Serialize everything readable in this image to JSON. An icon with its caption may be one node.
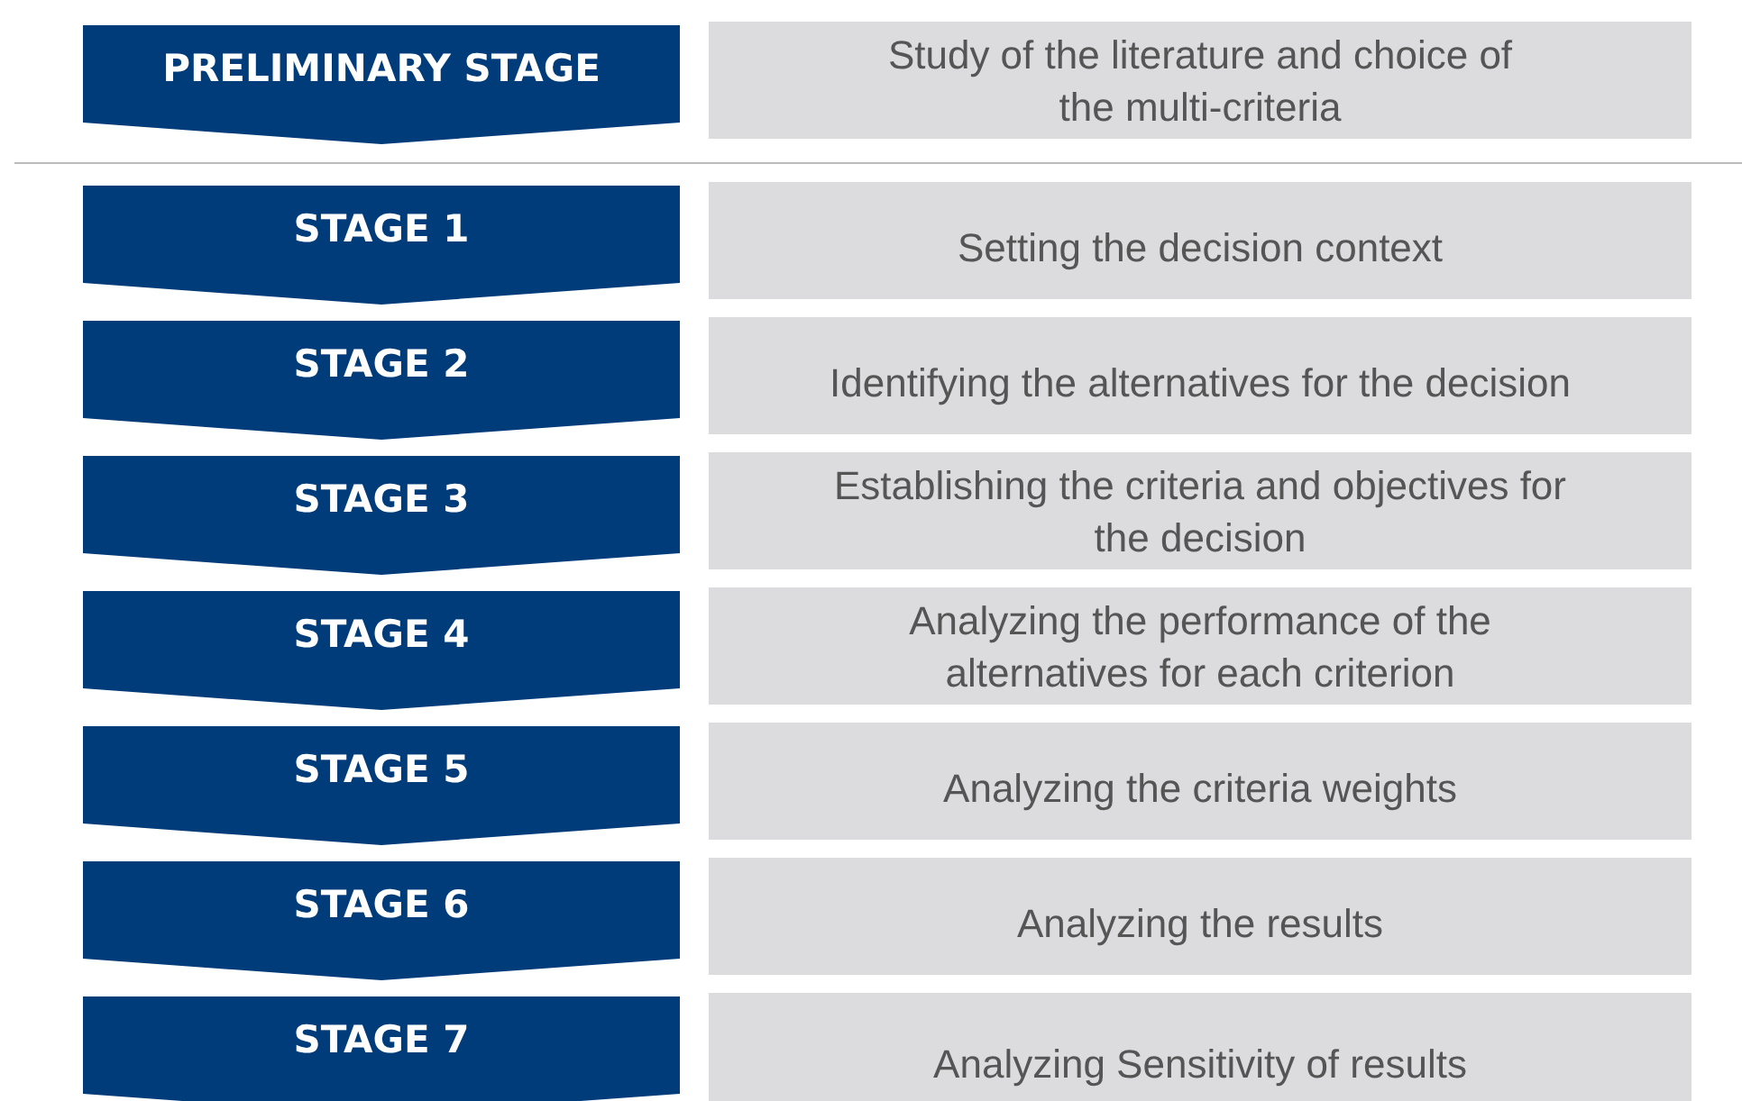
{
  "diagram": {
    "nodes": [
      {
        "text": [
          "PRELIMINARY STAGE"
        ]
      },
      {
        "text": [
          "Study of the literature and choice of the multi-criteria"
        ]
      },
      {
        "text": [
          "STAGE 1"
        ]
      },
      {
        "text": [
          "Setting the decision context"
        ]
      },
      {
        "text": [
          "STAGE 2"
        ]
      },
      {
        "text": [
          "Identifying the alternatives for the decision"
        ]
      },
      {
        "text": [
          "STAGE 3"
        ]
      },
      {
        "text": [
          "Establishing the criteria and objectives for the decision"
        ]
      },
      {
        "text": [
          "STAGE 4"
        ]
      },
      {
        "text": [
          "Analyzing the performance of the alternatives for each criterion"
        ]
      },
      {
        "text": [
          "STAGE 5"
        ]
      },
      {
        "text": [
          "Analyzing the criteria weights"
        ]
      },
      {
        "text": [
          "STAGE 6"
        ]
      },
      {
        "text": [
          "Analyzing the results"
        ]
      },
      {
        "text": [
          "STAGE 7"
        ]
      },
      {
        "text": [
          "Analyzing Sensitivity of results"
        ]
      }
    ]
  }
}
